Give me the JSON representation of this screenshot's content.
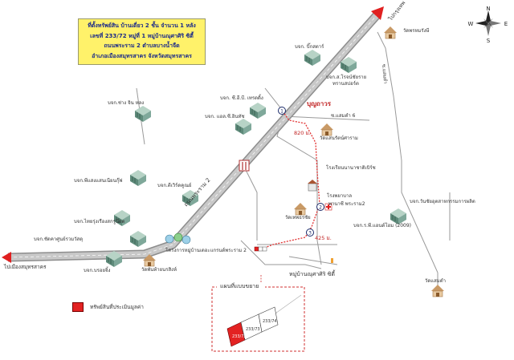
{
  "info": {
    "line1": "ที่ตั้งทรัพย์สิน บ้านเดี่ยว 2 ชั้น จำนวน 1 หลัง",
    "line2": "เลขที่ 233/72 หมู่ที่ 1 หมู่บ้านณุศาศิริ ซิตี้",
    "line3": "ถนนพระราม 2  ตำบลบางน้ำจืด",
    "line4": "อำเภอเมืองสมุทรสาคร จังหวัดสมุทรสาคร"
  },
  "compass": {
    "n": "N",
    "s": "S",
    "e": "E",
    "w": "W"
  },
  "roads": {
    "to_bangkok": "ไปกรุงเทพ",
    "to_samutsakhon": "ไปเมืองสมุทรสาคร",
    "rama2": "ถนนพระราม 2",
    "soi_saemdam6": "ซ.แสมดำ 6",
    "soi_right": "ซ.แสมดำ"
  },
  "distances": {
    "d1": "820 ม.",
    "d2": "425 ม."
  },
  "waypoints": [
    "1",
    "2",
    "3"
  ],
  "places": {
    "wat_phrom_rangsi": "วัดพรหมรังษี",
    "big_star": "บจก. บิ๊กสตาร์",
    "so_rojana": "บจก.ส.โรจน์ชัยราย",
    "trabbsolute": "ทรานสปอร์ต",
    "bunthavorn": "บุญถาวร",
    "ck_trading": "บจก. ซี.อี.บี. เทรดดิ้ง",
    "l_k_inter": "บจก. แอล.ซี.อินทัช",
    "chang_jin": "บจก.ช่าง จิน หลง",
    "wat_saeng_ratana": "วัดแสนรัตน์ศาราม",
    "rong_rian": "โรงเรียนนานาชาติเบิร์ช",
    "rong_phayaban": "โรงพยาบาล",
    "phayaban_name": "พานาซี พระราม2",
    "wat_thep_chai": "วัดเทพธรชัย",
    "tiwitd": "บจก.ตีเวิร์ดคูณย์",
    "pinsaeng": "บจก.พีแสงแสนเนียนกุ๊ฟ",
    "thai_rungrueang": "บจก.ไทยรุ่งเรืองสกรูน๊อต",
    "chatkasam": "บจก.ชัดคาศูนย์รวมวัสดุ",
    "pancho": "บจก.บรอยจิ้ง",
    "mubaan": "โครงการหมู่บ้านเดอะแกรนด์พระราม 2",
    "wat_phan": "วัดพันท้ายนรสิงห์",
    "wansiri": "บจก.วันชัยอุตสาหกรรมการผลิต",
    "rk_andi": "บจก.ร.พี.แอนด์โฮม (2009)",
    "wat_saemdam": "วัดแสมดำ",
    "nusa_city": "หมู่บ้านณุศาศิริ ซิตี้",
    "inset_title": "แผนที่แบบขยาย"
  },
  "lots": {
    "a": "233/73",
    "b": "233/74",
    "c": "233/72"
  },
  "legend": {
    "label": "ทรัพย์สินที่ประเมินมูลค่า",
    "color": "#e32222"
  },
  "colors": {
    "road": "#b8b8b8",
    "road_dark": "#7a7a7a",
    "building": "#7fa89a",
    "temple": "#e8c9a0",
    "route": "#e23030"
  }
}
